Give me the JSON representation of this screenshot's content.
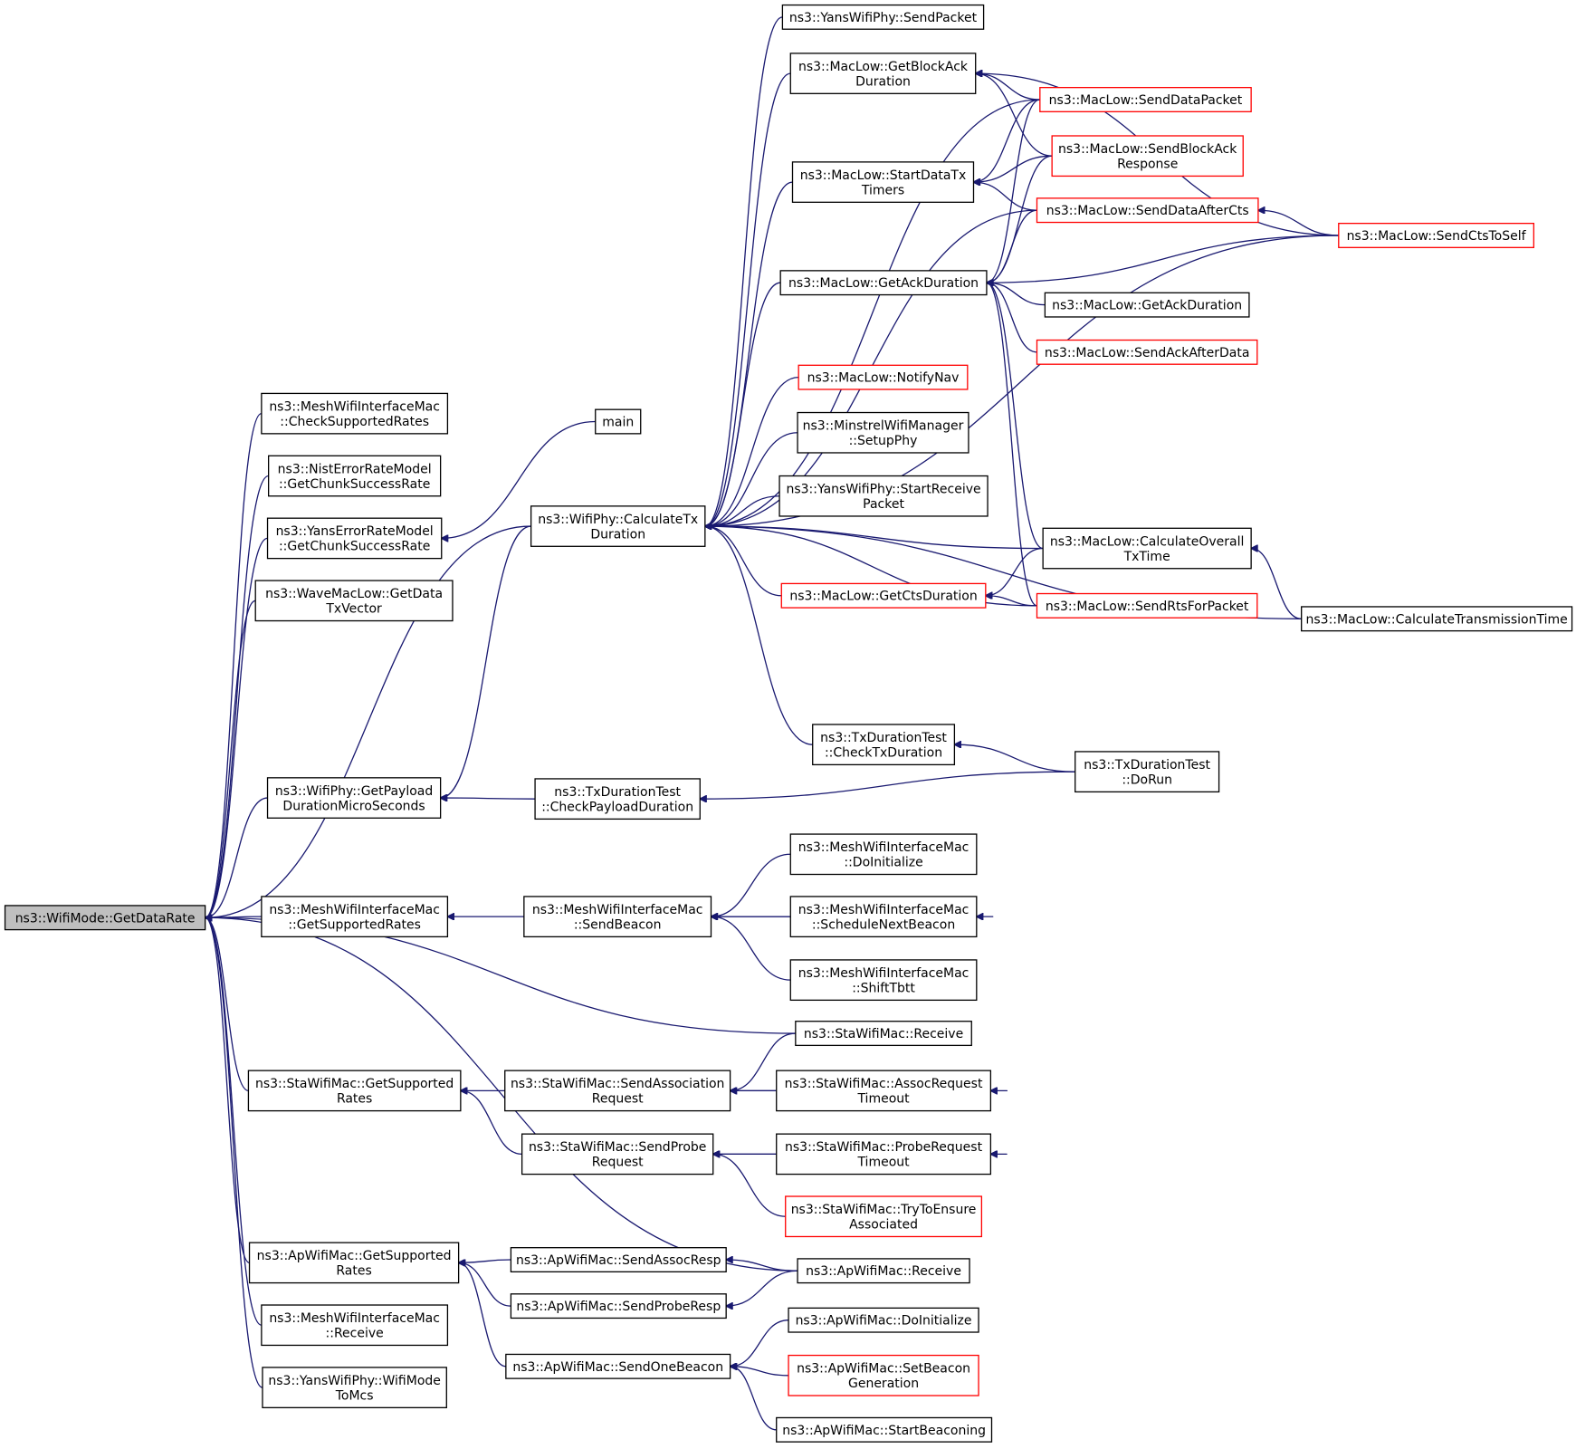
{
  "nodes": [
    {
      "id": "root",
      "lines": [
        "ns3::WifiMode::GetDataRate"
      ],
      "style": "root"
    },
    {
      "id": "mesh_check",
      "lines": [
        "ns3::MeshWifiInterfaceMac",
        "::CheckSupportedRates"
      ]
    },
    {
      "id": "nist",
      "lines": [
        "ns3::NistErrorRateModel",
        "::GetChunkSuccessRate"
      ]
    },
    {
      "id": "yans_err",
      "lines": [
        "ns3::YansErrorRateModel",
        "::GetChunkSuccessRate"
      ]
    },
    {
      "id": "wave",
      "lines": [
        "ns3::WaveMacLow::GetData",
        "TxVector"
      ]
    },
    {
      "id": "payload",
      "lines": [
        "ns3::WifiPhy::GetPayload",
        "DurationMicroSeconds"
      ]
    },
    {
      "id": "mesh_supported",
      "lines": [
        "ns3::MeshWifiInterfaceMac",
        "::GetSupportedRates"
      ]
    },
    {
      "id": "sta_supported",
      "lines": [
        "ns3::StaWifiMac::GetSupported",
        "Rates"
      ]
    },
    {
      "id": "ap_supported",
      "lines": [
        "ns3::ApWifiMac::GetSupported",
        "Rates"
      ]
    },
    {
      "id": "mesh_receive",
      "lines": [
        "ns3::MeshWifiInterfaceMac",
        "::Receive"
      ]
    },
    {
      "id": "wifimode_tomcs",
      "lines": [
        "ns3::YansWifiPhy::WifiMode",
        "ToMcs"
      ]
    },
    {
      "id": "main",
      "lines": [
        "main"
      ]
    },
    {
      "id": "calc_tx",
      "lines": [
        "ns3::WifiPhy::CalculateTx",
        "Duration"
      ]
    },
    {
      "id": "check_payload",
      "lines": [
        "ns3::TxDurationTest",
        "::CheckPayloadDuration"
      ]
    },
    {
      "id": "send_beacon",
      "lines": [
        "ns3::MeshWifiInterfaceMac",
        "::SendBeacon"
      ]
    },
    {
      "id": "send_assoc_req",
      "lines": [
        "ns3::StaWifiMac::SendAssociation",
        "Request"
      ]
    },
    {
      "id": "send_probe_req",
      "lines": [
        "ns3::StaWifiMac::SendProbe",
        "Request"
      ]
    },
    {
      "id": "send_assoc_resp",
      "lines": [
        "ns3::ApWifiMac::SendAssocResp"
      ]
    },
    {
      "id": "send_probe_resp",
      "lines": [
        "ns3::ApWifiMac::SendProbeResp"
      ]
    },
    {
      "id": "send_one_beacon",
      "lines": [
        "ns3::ApWifiMac::SendOneBeacon"
      ]
    },
    {
      "id": "yans_sendpacket",
      "lines": [
        "ns3::YansWifiPhy::SendPacket"
      ]
    },
    {
      "id": "get_blockack",
      "lines": [
        "ns3::MacLow::GetBlockAck",
        "Duration"
      ]
    },
    {
      "id": "start_datatx",
      "lines": [
        "ns3::MacLow::StartDataTx",
        "Timers"
      ]
    },
    {
      "id": "get_ack",
      "lines": [
        "ns3::MacLow::GetAckDuration"
      ]
    },
    {
      "id": "notify_nav",
      "lines": [
        "ns3::MacLow::NotifyNav"
      ],
      "style": "red"
    },
    {
      "id": "minstrel",
      "lines": [
        "ns3::MinstrelWifiManager",
        "::SetupPhy"
      ]
    },
    {
      "id": "yans_startrecv",
      "lines": [
        "ns3::YansWifiPhy::StartReceive",
        "Packet"
      ]
    },
    {
      "id": "get_cts",
      "lines": [
        "ns3::MacLow::GetCtsDuration"
      ],
      "style": "red"
    },
    {
      "id": "check_txdur",
      "lines": [
        "ns3::TxDurationTest",
        "::CheckTxDuration"
      ]
    },
    {
      "id": "mesh_doinit",
      "lines": [
        "ns3::MeshWifiInterfaceMac",
        "::DoInitialize"
      ]
    },
    {
      "id": "mesh_schedule",
      "lines": [
        "ns3::MeshWifiInterfaceMac",
        "::ScheduleNextBeacon"
      ]
    },
    {
      "id": "mesh_shift",
      "lines": [
        "ns3::MeshWifiInterfaceMac",
        "::ShiftTbtt"
      ]
    },
    {
      "id": "sta_receive",
      "lines": [
        "ns3::StaWifiMac::Receive"
      ]
    },
    {
      "id": "sta_assoc_timeout",
      "lines": [
        "ns3::StaWifiMac::AssocRequest",
        "Timeout"
      ]
    },
    {
      "id": "sta_probe_timeout",
      "lines": [
        "ns3::StaWifiMac::ProbeRequest",
        "Timeout"
      ]
    },
    {
      "id": "sta_tryensure",
      "lines": [
        "ns3::StaWifiMac::TryToEnsure",
        "Associated"
      ],
      "style": "red"
    },
    {
      "id": "ap_receive",
      "lines": [
        "ns3::ApWifiMac::Receive"
      ]
    },
    {
      "id": "ap_doinit",
      "lines": [
        "ns3::ApWifiMac::DoInitialize"
      ]
    },
    {
      "id": "ap_setbeacon",
      "lines": [
        "ns3::ApWifiMac::SetBeacon",
        "Generation"
      ],
      "style": "red"
    },
    {
      "id": "ap_startbeacon",
      "lines": [
        "ns3::ApWifiMac::StartBeaconing"
      ]
    },
    {
      "id": "send_datapacket",
      "lines": [
        "ns3::MacLow::SendDataPacket"
      ],
      "style": "red"
    },
    {
      "id": "send_blockack_resp",
      "lines": [
        "ns3::MacLow::SendBlockAck",
        "Response"
      ],
      "style": "red"
    },
    {
      "id": "send_dataaftercts",
      "lines": [
        "ns3::MacLow::SendDataAfterCts"
      ],
      "style": "red"
    },
    {
      "id": "get_ack2",
      "lines": [
        "ns3::MacLow::GetAckDuration"
      ]
    },
    {
      "id": "send_ackafterdata",
      "lines": [
        "ns3::MacLow::SendAckAfterData"
      ],
      "style": "red"
    },
    {
      "id": "calc_overall",
      "lines": [
        "ns3::MacLow::CalculateOverall",
        "TxTime"
      ]
    },
    {
      "id": "send_rts",
      "lines": [
        "ns3::MacLow::SendRtsForPacket"
      ],
      "style": "red"
    },
    {
      "id": "txdur_dorun",
      "lines": [
        "ns3::TxDurationTest",
        "::DoRun"
      ]
    },
    {
      "id": "send_ctstoself",
      "lines": [
        "ns3::MacLow::SendCtsToSelf"
      ],
      "style": "red"
    },
    {
      "id": "calc_transmission",
      "lines": [
        "ns3::MacLow::CalculateTransmissionTime"
      ]
    }
  ],
  "edges": [
    [
      "root",
      "mesh_check"
    ],
    [
      "root",
      "nist"
    ],
    [
      "root",
      "yans_err"
    ],
    [
      "root",
      "wave"
    ],
    [
      "root",
      "payload"
    ],
    [
      "root",
      "mesh_supported"
    ],
    [
      "root",
      "sta_supported"
    ],
    [
      "root",
      "ap_supported"
    ],
    [
      "root",
      "mesh_receive"
    ],
    [
      "root",
      "wifimode_tomcs"
    ],
    [
      "root",
      "calc_tx"
    ],
    [
      "root",
      "sta_receive"
    ],
    [
      "root",
      "ap_receive"
    ],
    [
      "yans_err",
      "main"
    ],
    [
      "payload",
      "calc_tx"
    ],
    [
      "payload",
      "check_payload"
    ],
    [
      "mesh_supported",
      "send_beacon"
    ],
    [
      "sta_supported",
      "send_assoc_req"
    ],
    [
      "sta_supported",
      "send_probe_req"
    ],
    [
      "ap_supported",
      "send_assoc_resp"
    ],
    [
      "ap_supported",
      "send_probe_resp"
    ],
    [
      "ap_supported",
      "send_one_beacon"
    ],
    [
      "calc_tx",
      "yans_sendpacket"
    ],
    [
      "calc_tx",
      "get_blockack"
    ],
    [
      "calc_tx",
      "start_datatx"
    ],
    [
      "calc_tx",
      "get_ack"
    ],
    [
      "calc_tx",
      "notify_nav"
    ],
    [
      "calc_tx",
      "minstrel"
    ],
    [
      "calc_tx",
      "yans_startrecv"
    ],
    [
      "calc_tx",
      "get_cts"
    ],
    [
      "calc_tx",
      "check_txdur"
    ],
    [
      "calc_tx",
      "send_datapacket"
    ],
    [
      "calc_tx",
      "send_dataaftercts"
    ],
    [
      "calc_tx",
      "calc_overall"
    ],
    [
      "calc_tx",
      "send_rts"
    ],
    [
      "calc_tx",
      "send_ctstoself"
    ],
    [
      "calc_tx",
      "calc_transmission"
    ],
    [
      "check_payload",
      "txdur_dorun"
    ],
    [
      "check_txdur",
      "txdur_dorun"
    ],
    [
      "send_beacon",
      "mesh_doinit"
    ],
    [
      "send_beacon",
      "mesh_schedule"
    ],
    [
      "send_beacon",
      "mesh_shift"
    ],
    [
      "mesh_schedule",
      "send_beacon"
    ],
    [
      "send_assoc_req",
      "sta_receive"
    ],
    [
      "send_assoc_req",
      "sta_assoc_timeout"
    ],
    [
      "sta_assoc_timeout",
      "send_assoc_req"
    ],
    [
      "send_probe_req",
      "sta_probe_timeout"
    ],
    [
      "send_probe_req",
      "sta_tryensure"
    ],
    [
      "sta_probe_timeout",
      "send_probe_req"
    ],
    [
      "send_assoc_resp",
      "ap_receive"
    ],
    [
      "send_probe_resp",
      "ap_receive"
    ],
    [
      "send_one_beacon",
      "ap_doinit"
    ],
    [
      "send_one_beacon",
      "ap_setbeacon"
    ],
    [
      "send_one_beacon",
      "ap_startbeacon"
    ],
    [
      "get_blockack",
      "send_datapacket"
    ],
    [
      "get_blockack",
      "send_blockack_resp"
    ],
    [
      "get_blockack",
      "send_ctstoself"
    ],
    [
      "start_datatx",
      "send_datapacket"
    ],
    [
      "start_datatx",
      "send_blockack_resp"
    ],
    [
      "start_datatx",
      "send_dataaftercts"
    ],
    [
      "get_ack",
      "send_datapacket"
    ],
    [
      "get_ack",
      "send_blockack_resp"
    ],
    [
      "get_ack",
      "send_dataaftercts"
    ],
    [
      "get_ack",
      "send_ctstoself"
    ],
    [
      "get_ack",
      "get_ack2"
    ],
    [
      "get_ack",
      "send_ackafterdata"
    ],
    [
      "get_ack",
      "calc_overall"
    ],
    [
      "get_ack",
      "send_rts"
    ],
    [
      "get_cts",
      "calc_overall"
    ],
    [
      "get_cts",
      "send_rts"
    ],
    [
      "send_dataaftercts",
      "send_ctstoself"
    ],
    [
      "calc_overall",
      "calc_transmission"
    ]
  ]
}
